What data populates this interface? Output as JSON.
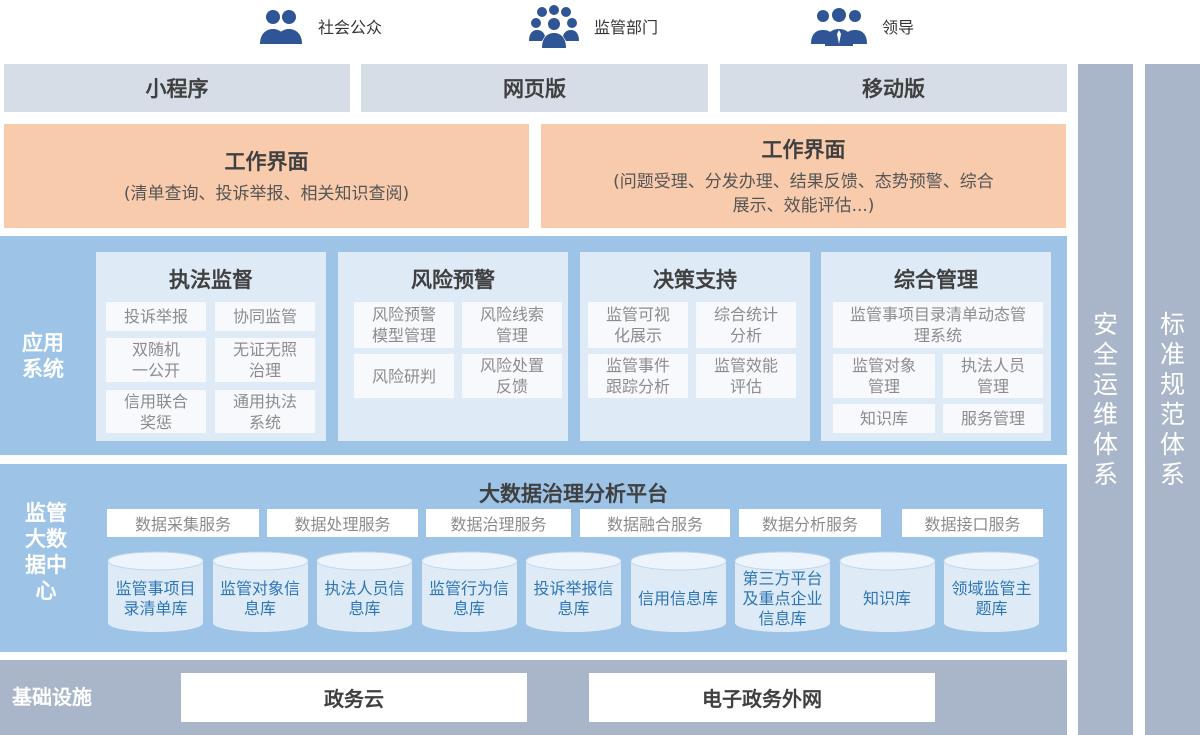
{
  "actors": [
    {
      "icon": "two-persons-icon",
      "label": "社会公众"
    },
    {
      "icon": "group-icon",
      "label": "监管部门"
    },
    {
      "icon": "leaders-icon",
      "label": "领导"
    }
  ],
  "channels": [
    "小程序",
    "网页版",
    "移动版"
  ],
  "side_columns": [
    "安全运维体系",
    "标准规范体系"
  ],
  "work": [
    {
      "title": "工作界面",
      "sub": "(清单查询、投诉举报、相关知识查阅)"
    },
    {
      "title": "工作界面",
      "sub": "(问题受理、分发办理、结果反馈、态势预警、综合展示、效能评估...)"
    }
  ],
  "app": {
    "label": "应用系统",
    "panels": [
      {
        "title": "执法监督",
        "items": [
          "投诉举报",
          "协同监管",
          "双随机一公开",
          "无证无照治理",
          "信用联合奖惩",
          "通用执法系统"
        ]
      },
      {
        "title": "风险预警",
        "items": [
          "风险预警模型管理",
          "风险线索管理",
          "风险研判",
          "风险处置反馈"
        ]
      },
      {
        "title": "决策支持",
        "items": [
          "监管可视化展示",
          "综合统计分析",
          "监管事件跟踪分析",
          "监管效能评估"
        ]
      },
      {
        "title": "综合管理",
        "items": [
          "监管事项目录清单动态管理系统",
          "监管对象管理",
          "执法人员管理",
          "知识库",
          "服务管理"
        ]
      }
    ]
  },
  "data_center": {
    "label": "监管大数据中心",
    "platform": "大数据治理分析平台",
    "services": [
      "数据采集服务",
      "数据处理服务",
      "数据治理服务",
      "数据融合服务",
      "数据分析服务",
      "数据接口服务"
    ],
    "databases": [
      "监管事项目录清单库",
      "监管对象信息库",
      "执法人员信息库",
      "监管行为信息库",
      "投诉举报信息库",
      "信用信息库",
      "第三方平台及重点企业信息库",
      "知识库",
      "领域监管主题库"
    ]
  },
  "infra": {
    "label": "基础设施",
    "items": [
      "政务云",
      "电子政务外网"
    ]
  },
  "colors": {
    "band": "#9dc3e6",
    "panel": "#deebf7",
    "work": "#f8cbad",
    "side": "#a9b5c8",
    "db_text": "#2e75b6"
  }
}
